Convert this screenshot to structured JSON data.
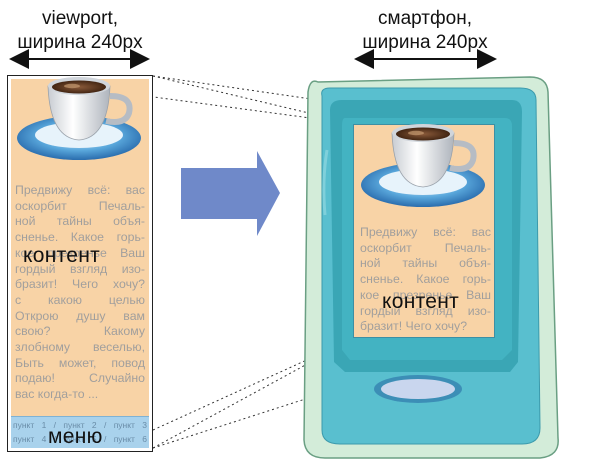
{
  "labels": {
    "viewport_line1": "viewport,",
    "viewport_line2": "ширина 240px",
    "phone_line1": "смартфон,",
    "phone_line2": "ширина 240px"
  },
  "overlay": {
    "content_left": "контент",
    "content_right": "контент",
    "menu": "меню"
  },
  "viewport_text_lines": [
    "Предвижу всё: вас",
    "оскорбит Печаль-",
    "ной тайны объя-",
    "сненье. Какое горь-",
    "кое презренье Ваш",
    "гордый взгляд изо-",
    "бразит! Чего хочу?",
    "с какою целью",
    "Открою душу вам",
    "свою? Какому",
    "злобному веселью,",
    "Быть может, повод",
    "подаю! Случайно",
    "вас когда-то ..."
  ],
  "phone_text_lines": [
    "Предвижу всё: вас",
    "оскорбит Печаль-",
    "ной тайны объя-",
    "сненье. Какое горь-",
    "кое презренье Ваш",
    "гордый взгляд изо-",
    "бразит! Чего хочу?"
  ],
  "menu_items": {
    "row1": [
      "пункт 1",
      "/",
      "пункт 2",
      "/",
      "пункт 3"
    ],
    "row2": [
      "пункт 4",
      "/",
      "пункт 5",
      "/",
      "пункт 6"
    ]
  },
  "colors": {
    "content_bg": "#f8d3a6",
    "text_grey": "#a19f9d",
    "menu_bg": "#a9d2ec",
    "arrow": "#6f89c9",
    "phone_body": "#cfe8d6",
    "phone_inner": "#5fc0cf",
    "phone_screen_frame": "#3aa6b5",
    "home_button": "#c9d6ee"
  },
  "icons": [
    "coffee-cup-icon",
    "coffee-cup-icon"
  ]
}
